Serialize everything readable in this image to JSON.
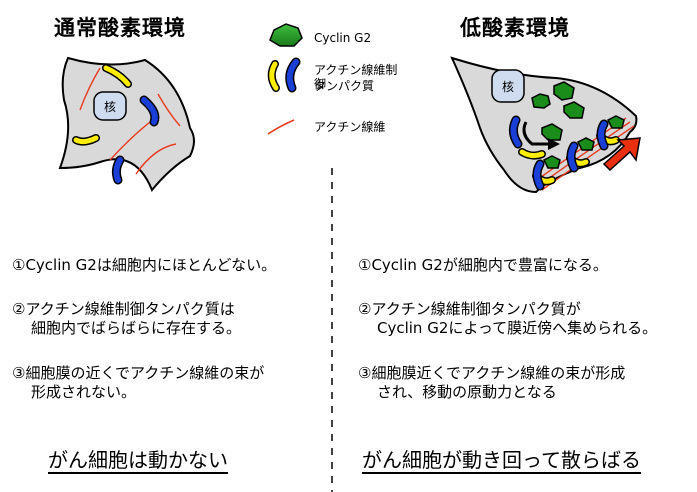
{
  "left": {
    "title": "通常酸素環境",
    "nucleus_label": "核",
    "points": [
      {
        "line1": "①Cyclin G2は細胞内にほとんどない。"
      },
      {
        "line1": "②アクチン線維制御タンパク質は",
        "line2": "細胞内でばらばらに存在する。"
      },
      {
        "line1": "③細胞膜の近くでアクチン線維の束が",
        "line2": "形成されない。"
      }
    ],
    "conclusion": "がん細胞は動かない"
  },
  "right": {
    "title": "低酸素環境",
    "nucleus_label": "核",
    "points": [
      {
        "line1": "①Cyclin G2が細胞内で豊富になる。"
      },
      {
        "line1": "②アクチン線維制御タンパク質が",
        "line2": "Cyclin G2によって膜近傍へ集められる。"
      },
      {
        "line1": "③細胞膜近くでアクチン線維の束が形成",
        "line2": "され、移動の原動力となる"
      }
    ],
    "conclusion": "がん細胞が動き回って散らばる"
  },
  "legend": {
    "cyclin_label": "Cyclin G2",
    "regulator_label_line1": "アクチン線維制御",
    "regulator_label_line2": "タンパク質",
    "actin_label": "アクチン線維"
  },
  "colors": {
    "cyclin_green": "#1a8c1a",
    "regulator_yellow": "#ffee00",
    "regulator_blue": "#1a3fd6",
    "actin_red": "#e83a1e",
    "cell_gray": "#d9d9d9",
    "nucleus_blue": "#cfdcf0",
    "arrow_red": "#e8300f"
  }
}
